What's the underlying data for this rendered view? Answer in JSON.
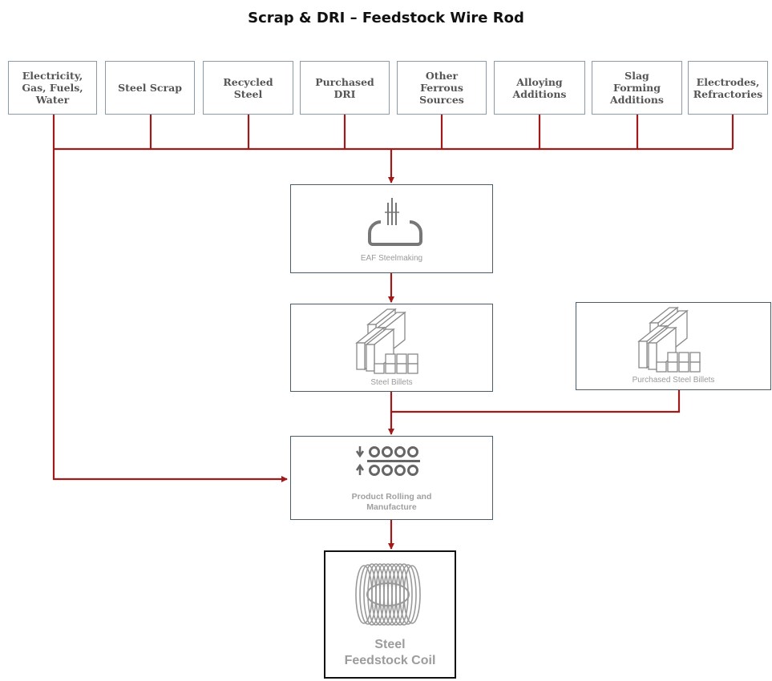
{
  "title": "Scrap & DRI – Feedstock Wire Rod",
  "inputs": [
    {
      "label": "Electricity,\nGas, Fuels,\nWater"
    },
    {
      "label": "Steel Scrap"
    },
    {
      "label": "Recycled\nSteel"
    },
    {
      "label": "Purchased\nDRI"
    },
    {
      "label": "Other\nFerrous\nSources"
    },
    {
      "label": "Alloying\nAdditions"
    },
    {
      "label": "Slag\nForming\nAdditions"
    },
    {
      "label": "Electrodes,\nRefractories"
    }
  ],
  "processes": {
    "eaf": {
      "label": "EAF Steelmaking",
      "icon": "eaf-furnace-icon"
    },
    "billets": {
      "label": "Steel Billets",
      "icon": "steel-billets-icon"
    },
    "purchased_billets": {
      "label": "Purchased Steel Billets",
      "icon": "steel-billets-icon"
    },
    "rolling": {
      "label": "Product Rolling and\nManufacture",
      "icon": "rolling-mill-icon"
    },
    "coil": {
      "label": "Steel\nFeedstock Coil",
      "icon": "wire-coil-icon"
    }
  },
  "colors": {
    "arrow": "#a11a1a",
    "box_border": "#4a5c68",
    "label_grey": "#9a9a9a"
  }
}
